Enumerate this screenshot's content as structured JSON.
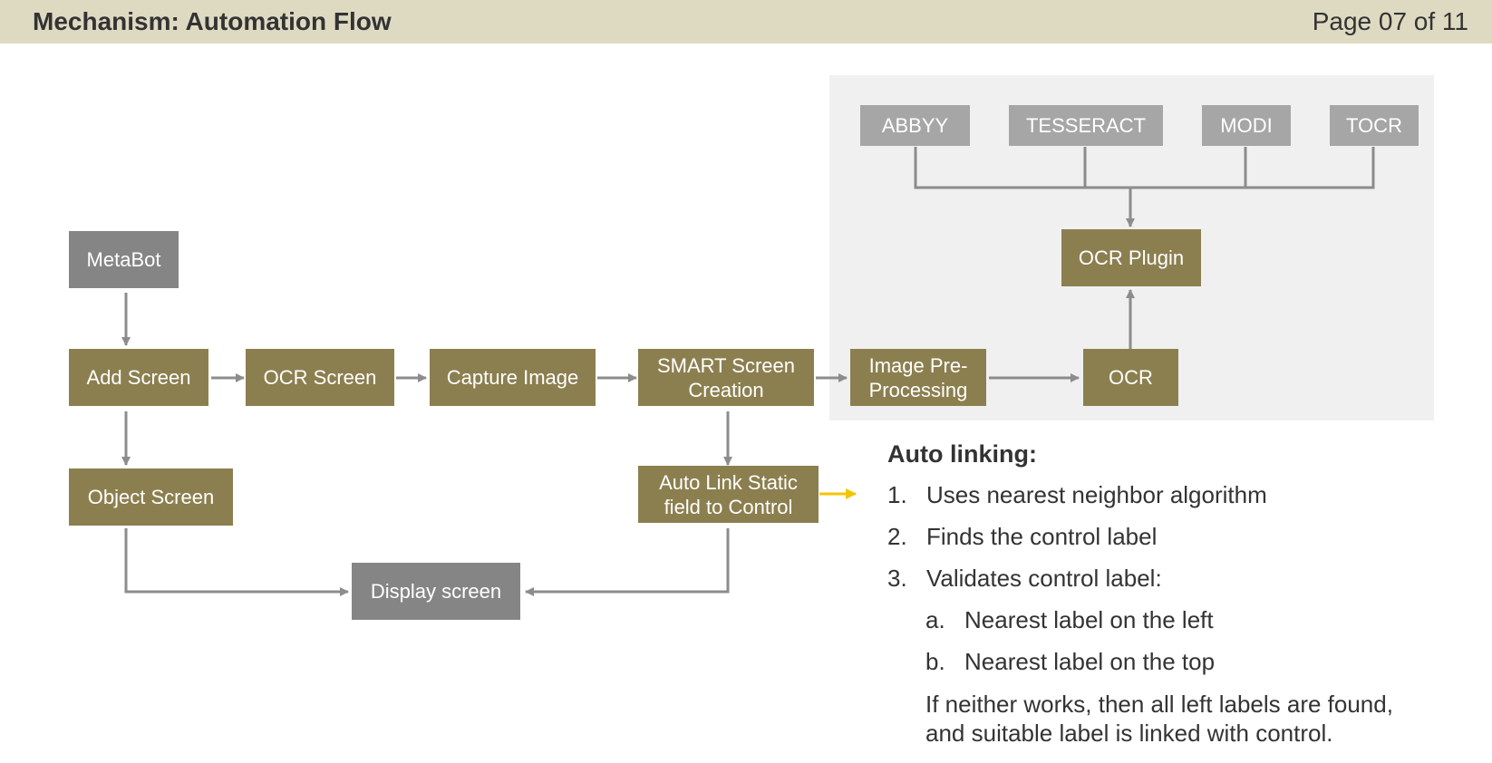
{
  "header": {
    "title": "Mechanism: Automation Flow",
    "page": "Page 07 of 11"
  },
  "flow": {
    "metabot": "MetaBot",
    "add_screen": "Add Screen",
    "ocr_screen": "OCR Screen",
    "capture_image": "Capture Image",
    "smart_screen": "SMART Screen Creation",
    "image_preprocessing": "Image Pre-Processing",
    "ocr": "OCR",
    "object_screen": "Object Screen",
    "auto_link": "Auto Link Static field to Control",
    "display_screen": "Display screen"
  },
  "ocr_engines": {
    "abbyy": "ABBYY",
    "tesseract": "TESSERACT",
    "modi": "MODI",
    "tocr": "TOCR",
    "plugin": "OCR Plugin"
  },
  "notes": {
    "heading": "Auto linking:",
    "items": [
      {
        "num": "1.",
        "text": "Uses nearest neighbor algorithm"
      },
      {
        "num": "2.",
        "text": "Finds the control label"
      },
      {
        "num": "3.",
        "text": "Validates control label:"
      }
    ],
    "subitems": [
      {
        "num": "a.",
        "text": "Nearest label on the left"
      },
      {
        "num": "b.",
        "text": "Nearest label on the top"
      }
    ],
    "paragraph": "If neither works, then all left labels are found, and suitable label is linked with control."
  },
  "colors": {
    "header_bg": "#dedac2",
    "gold_box": "#8c7f4f",
    "gray_box": "#858585",
    "engine_box": "#a6a6a6",
    "panel_bg": "#f0f0f0",
    "connector": "#8c8c8c",
    "highlight_arrow": "#f5c400"
  }
}
